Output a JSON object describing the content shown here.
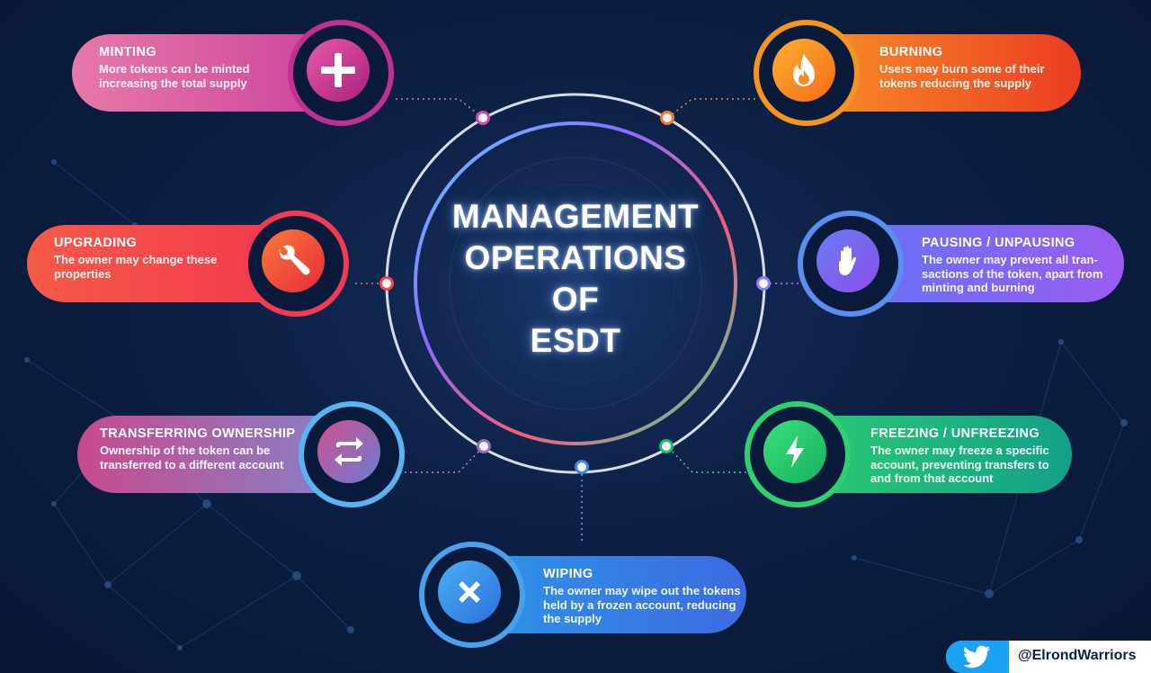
{
  "center": {
    "line1": "MANAGEMENT",
    "line2": "OPERATIONS",
    "line3": "OF",
    "line4": "ESDT"
  },
  "operations": [
    {
      "id": "minting",
      "title": "MINTING",
      "description": "More tokens can be minted increasing the total supply",
      "icon": "plus-icon",
      "color": "#c83a9a"
    },
    {
      "id": "burning",
      "title": "BURNING",
      "description": "Users may burn some of their tokens reducing the supply",
      "icon": "fire-icon",
      "color": "#f26a1b"
    },
    {
      "id": "upgrading",
      "title": "UPGRADING",
      "description": "The owner may change these properties",
      "icon": "wrench-icon",
      "color": "#f4434e"
    },
    {
      "id": "pausing",
      "title": "PAUSING / UNPAUSING",
      "description": "The owner may prevent all tran-sactions of the token, apart from minting and burning",
      "icon": "hand-icon",
      "color": "#7a5cf0"
    },
    {
      "id": "transferring",
      "title": "TRANSFERRING OWNERSHIP",
      "description": "Ownership of the token can be transferred to a different account",
      "icon": "swap-arrows-icon",
      "color": "#b85aa6"
    },
    {
      "id": "freezing",
      "title": "FREEZING / UNFREEZING",
      "description": "The owner may freeze a specific account, preventing transfers to and from that account",
      "icon": "lightning-icon",
      "color": "#1fb56b"
    },
    {
      "id": "wiping",
      "title": "WIPING",
      "description": "The owner may wipe out the tokens held by a frozen account, reducing the supply",
      "icon": "x-icon",
      "color": "#3c86e8"
    }
  ],
  "twitter": {
    "handle": "@ElrondWarriors",
    "icon": "twitter-bird-icon",
    "color": "#1da1f2"
  }
}
